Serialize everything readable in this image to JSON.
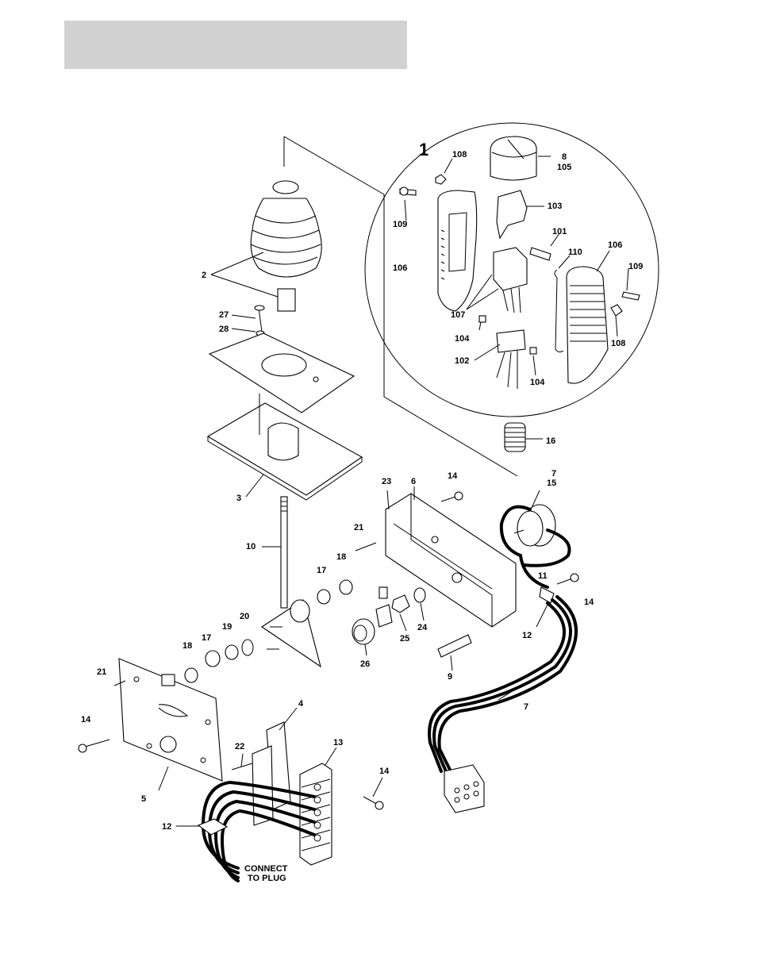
{
  "header": {
    "title": ""
  },
  "detail": {
    "number": "1"
  },
  "labels": {
    "l2": "2",
    "l27": "27",
    "l28": "28",
    "l3": "3",
    "l10": "10",
    "l21a": "21",
    "l18a": "18",
    "l17a": "17",
    "l20": "20",
    "l19": "19",
    "l18b": "18",
    "l17b": "17",
    "l23": "23",
    "l6": "6",
    "l14a": "14",
    "l7a": "7",
    "l15": "15",
    "l11": "11",
    "l14b": "14",
    "l12a": "12",
    "l24": "24",
    "l25": "25",
    "l26": "26",
    "l9": "9",
    "l7b": "7",
    "l21b": "21",
    "l14c": "14",
    "l5": "5",
    "l4": "4",
    "l22": "22",
    "l13": "13",
    "l14d": "14",
    "l12b": "12",
    "l16": "16",
    "l108a": "108",
    "l8": "8",
    "l105": "105",
    "l109a": "109",
    "l103": "103",
    "l101": "101",
    "l106a": "106",
    "l110": "110",
    "l106b": "106",
    "l109b": "109",
    "l107": "107",
    "l104a": "104",
    "l108b": "108",
    "l102": "102",
    "l104b": "104"
  },
  "note": {
    "line1": "CONNECT",
    "line2": "TO PLUG"
  }
}
